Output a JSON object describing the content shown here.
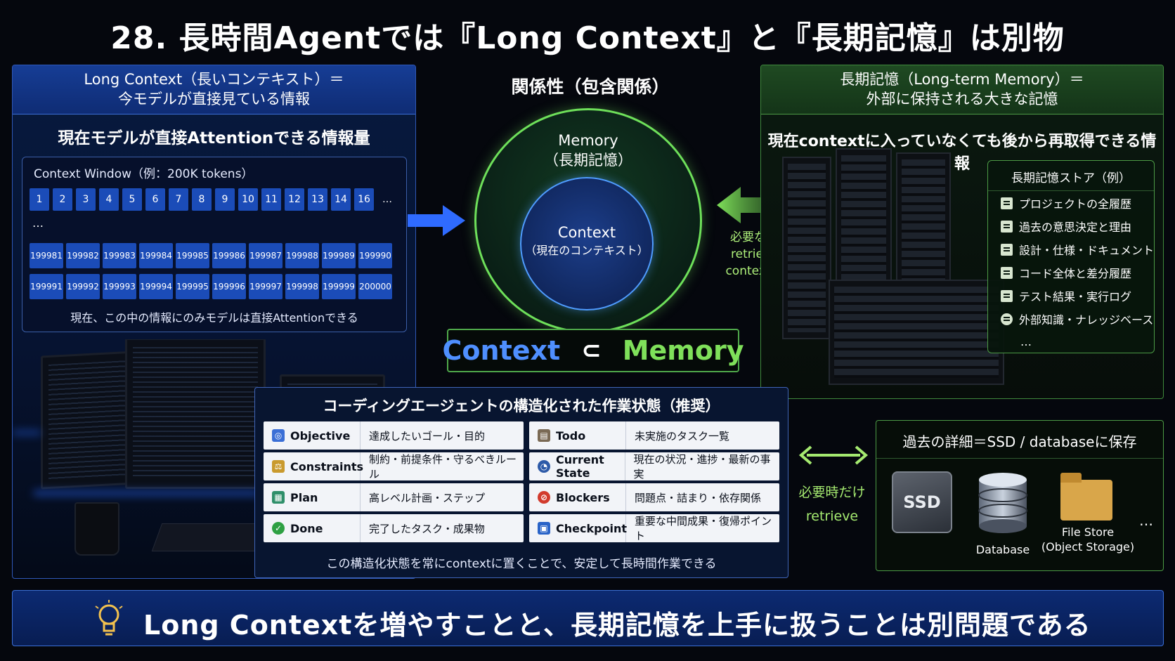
{
  "title": "28. 長時間Agentでは『Long Context』と『長期記憶』は別物",
  "long_context": {
    "header_line1": "Long Context（長いコンテキスト）＝",
    "header_line2": "今モデルが直接見ている情報",
    "subtitle": "現在モデルが直接Attentionできる情報量",
    "window_label": "Context Window（例：200K tokens）",
    "tokens_start": [
      "1",
      "2",
      "3",
      "4",
      "5",
      "6",
      "7",
      "8",
      "9",
      "10",
      "11",
      "12",
      "13",
      "14",
      "16"
    ],
    "tokens_ellipsis": "…",
    "ellipsis_row": "…",
    "tokens_row2": [
      "199981",
      "199982",
      "199983",
      "199984",
      "199985",
      "199986",
      "199987",
      "199988",
      "199989",
      "199990"
    ],
    "tokens_row3": [
      "199991",
      "199992",
      "199993",
      "199994",
      "199995",
      "199996",
      "199997",
      "199998",
      "199999",
      "200000"
    ],
    "note": "現在、この中の情報にのみモデルは直接Attentionできる"
  },
  "relation": {
    "title": "関係性（包含関係）",
    "memory_label": "Memory",
    "memory_sub": "（長期記憶）",
    "context_label": "Context",
    "context_sub": "（現在のコンテキスト）",
    "subset_left": "Context",
    "subset_op": "⊂",
    "subset_right": "Memory",
    "retrieve_note_1": "必要な情報を",
    "retrieve_note_2": "retrieveして",
    "retrieve_note_3": "contextに挿入"
  },
  "long_term_memory": {
    "header_line1": "長期記憶（Long-term Memory）＝",
    "header_line2": "外部に保持される大きな記憶",
    "subtitle": "現在contextに入っていなくても後から再取得できる情報",
    "store_title": "長期記憶ストア（例）",
    "store_items": [
      "プロジェクトの全履歴",
      "過去の意思決定と理由",
      "設計・仕様・ドキュメント",
      "コード全体と差分履歴",
      "テスト結果・実行ログ",
      "外部知識・ナレッジベース"
    ],
    "store_more": "…"
  },
  "work_state": {
    "title": "コーディングエージェントの構造化された作業状態（推奨）",
    "left_rows": [
      {
        "key": "Objective",
        "value": "達成したいゴール・目的"
      },
      {
        "key": "Constraints",
        "value": "制約・前提条件・守るべきルール"
      },
      {
        "key": "Plan",
        "value": "高レベル計画・ステップ"
      },
      {
        "key": "Done",
        "value": "完了したタスク・成果物"
      }
    ],
    "right_rows": [
      {
        "key": "Todo",
        "value": "未実施のタスク一覧"
      },
      {
        "key": "Current State",
        "value": "現在の状況・進捗・最新の事実"
      },
      {
        "key": "Blockers",
        "value": "問題点・詰まり・依存関係"
      },
      {
        "key": "Checkpoint",
        "value": "重要な中間成果・復帰ポイント"
      }
    ],
    "note": "この構造化状態を常にcontextに置くことで、安定して長時間作業できる"
  },
  "storage": {
    "title": "過去の詳細＝SSD / databaseに保存",
    "ssd": "SSD",
    "database": "Database",
    "file_store_1": "File Store",
    "file_store_2": "(Object Storage)",
    "more": "…",
    "retrieve_1": "必要時だけ",
    "retrieve_2": "retrieve"
  },
  "banner": {
    "text": "Long Contextを増やすことと、長期記憶を上手に扱うことは別問題である"
  },
  "colors": {
    "context_blue": "#4f8fff",
    "memory_green": "#7fe05a",
    "panel_blue": "#163d95",
    "panel_green": "#1f4a22"
  }
}
